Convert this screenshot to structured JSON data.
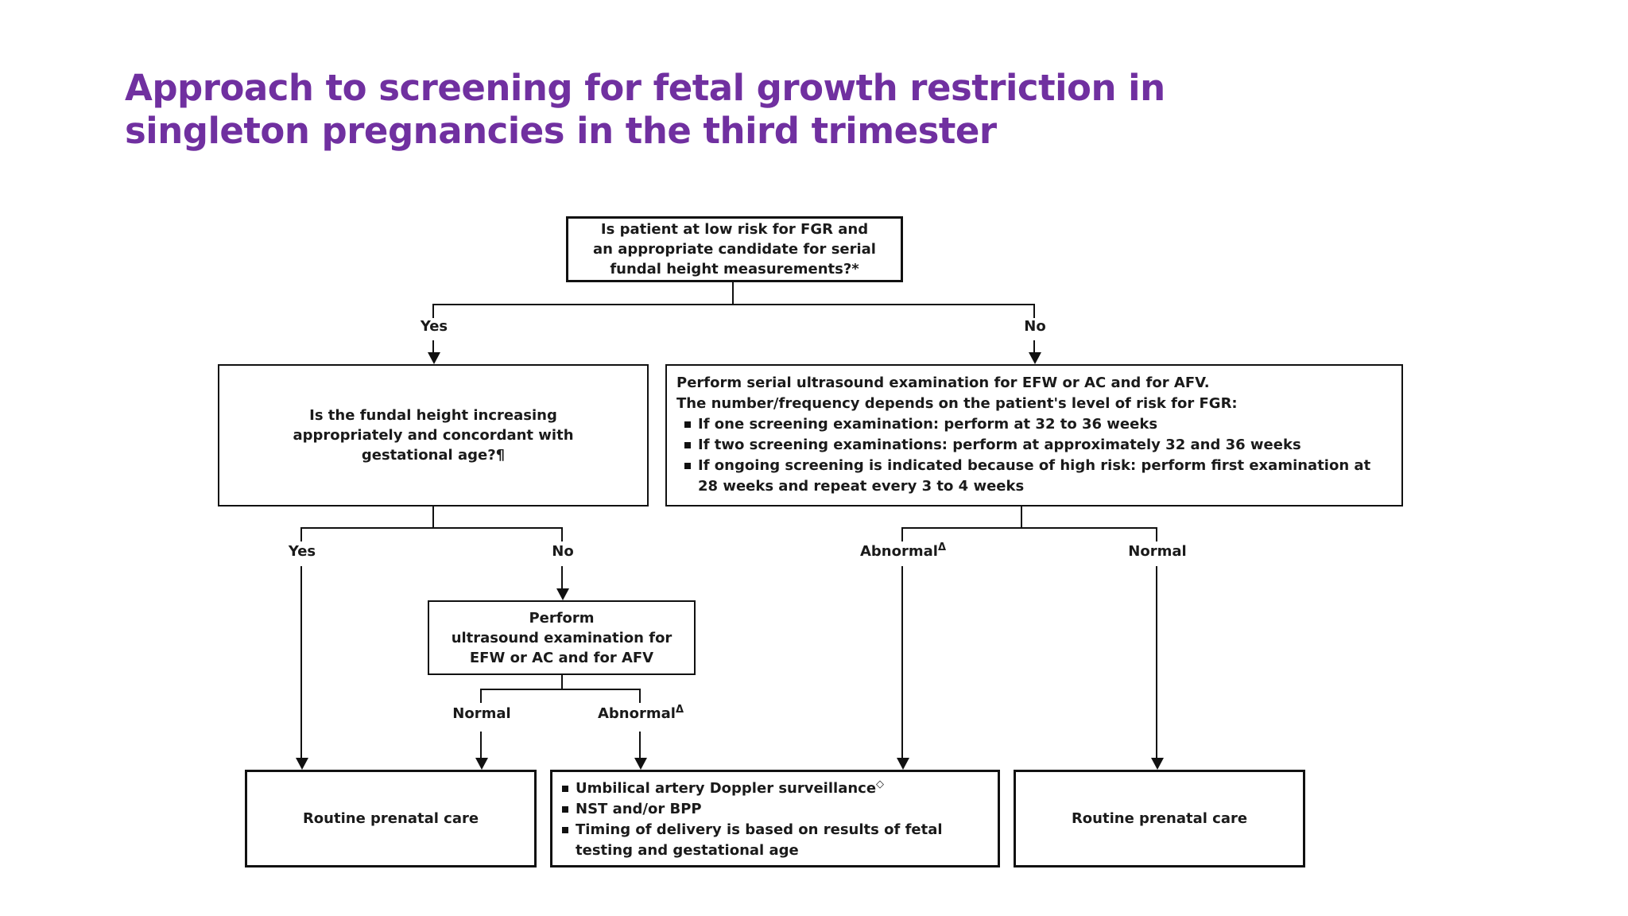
{
  "title": {
    "line1": "Approach to screening for fetal growth restriction in",
    "line2": "singleton pregnancies in the third trimester",
    "color": "#7030a0"
  },
  "flowchart": {
    "q1": {
      "lines": [
        "Is patient at low risk for FGR and",
        "an appropriate candidate for serial",
        "fundal height measurements?*"
      ]
    },
    "branch_q1": {
      "yes": "Yes",
      "no": "No"
    },
    "q2": {
      "lines": [
        "Is the fundal height increasing",
        "appropriately and concordant with",
        "gestational age?¶"
      ]
    },
    "serial_us": {
      "intro": [
        "Perform serial ultrasound examination for EFW or AC and for AFV.",
        "The number/frequency depends on the patient's level of risk for FGR:"
      ],
      "bullets": [
        "If one screening examination: perform at 32 to 36 weeks",
        "If two screening examinations: perform at approximately 32 and 36 weeks",
        "If ongoing screening is indicated because of high risk: perform first examination at 28 weeks and repeat every 3 to 4 weeks"
      ]
    },
    "branch_q2": {
      "yes": "Yes",
      "no": "No"
    },
    "us_exam": {
      "lines": [
        "Perform",
        "ultrasound examination for",
        "EFW or AC and for AFV"
      ]
    },
    "branch_us": {
      "normal": "Normal",
      "abnormal": "Abnormal",
      "abnormal_sup": "Δ"
    },
    "branch_serial": {
      "abnormal": "Abnormal",
      "abnormal_sup": "Δ",
      "normal": "Normal"
    },
    "routine_left": {
      "text": "Routine prenatal care"
    },
    "surveillance": {
      "bullet1": "Umbilical artery Doppler surveillance",
      "bullet1_sup": "◇",
      "bullet2": "NST and/or BPP",
      "bullet3": "Timing of delivery is based on results of fetal testing and gestational age"
    },
    "routine_right": {
      "text": "Routine prenatal care"
    }
  }
}
